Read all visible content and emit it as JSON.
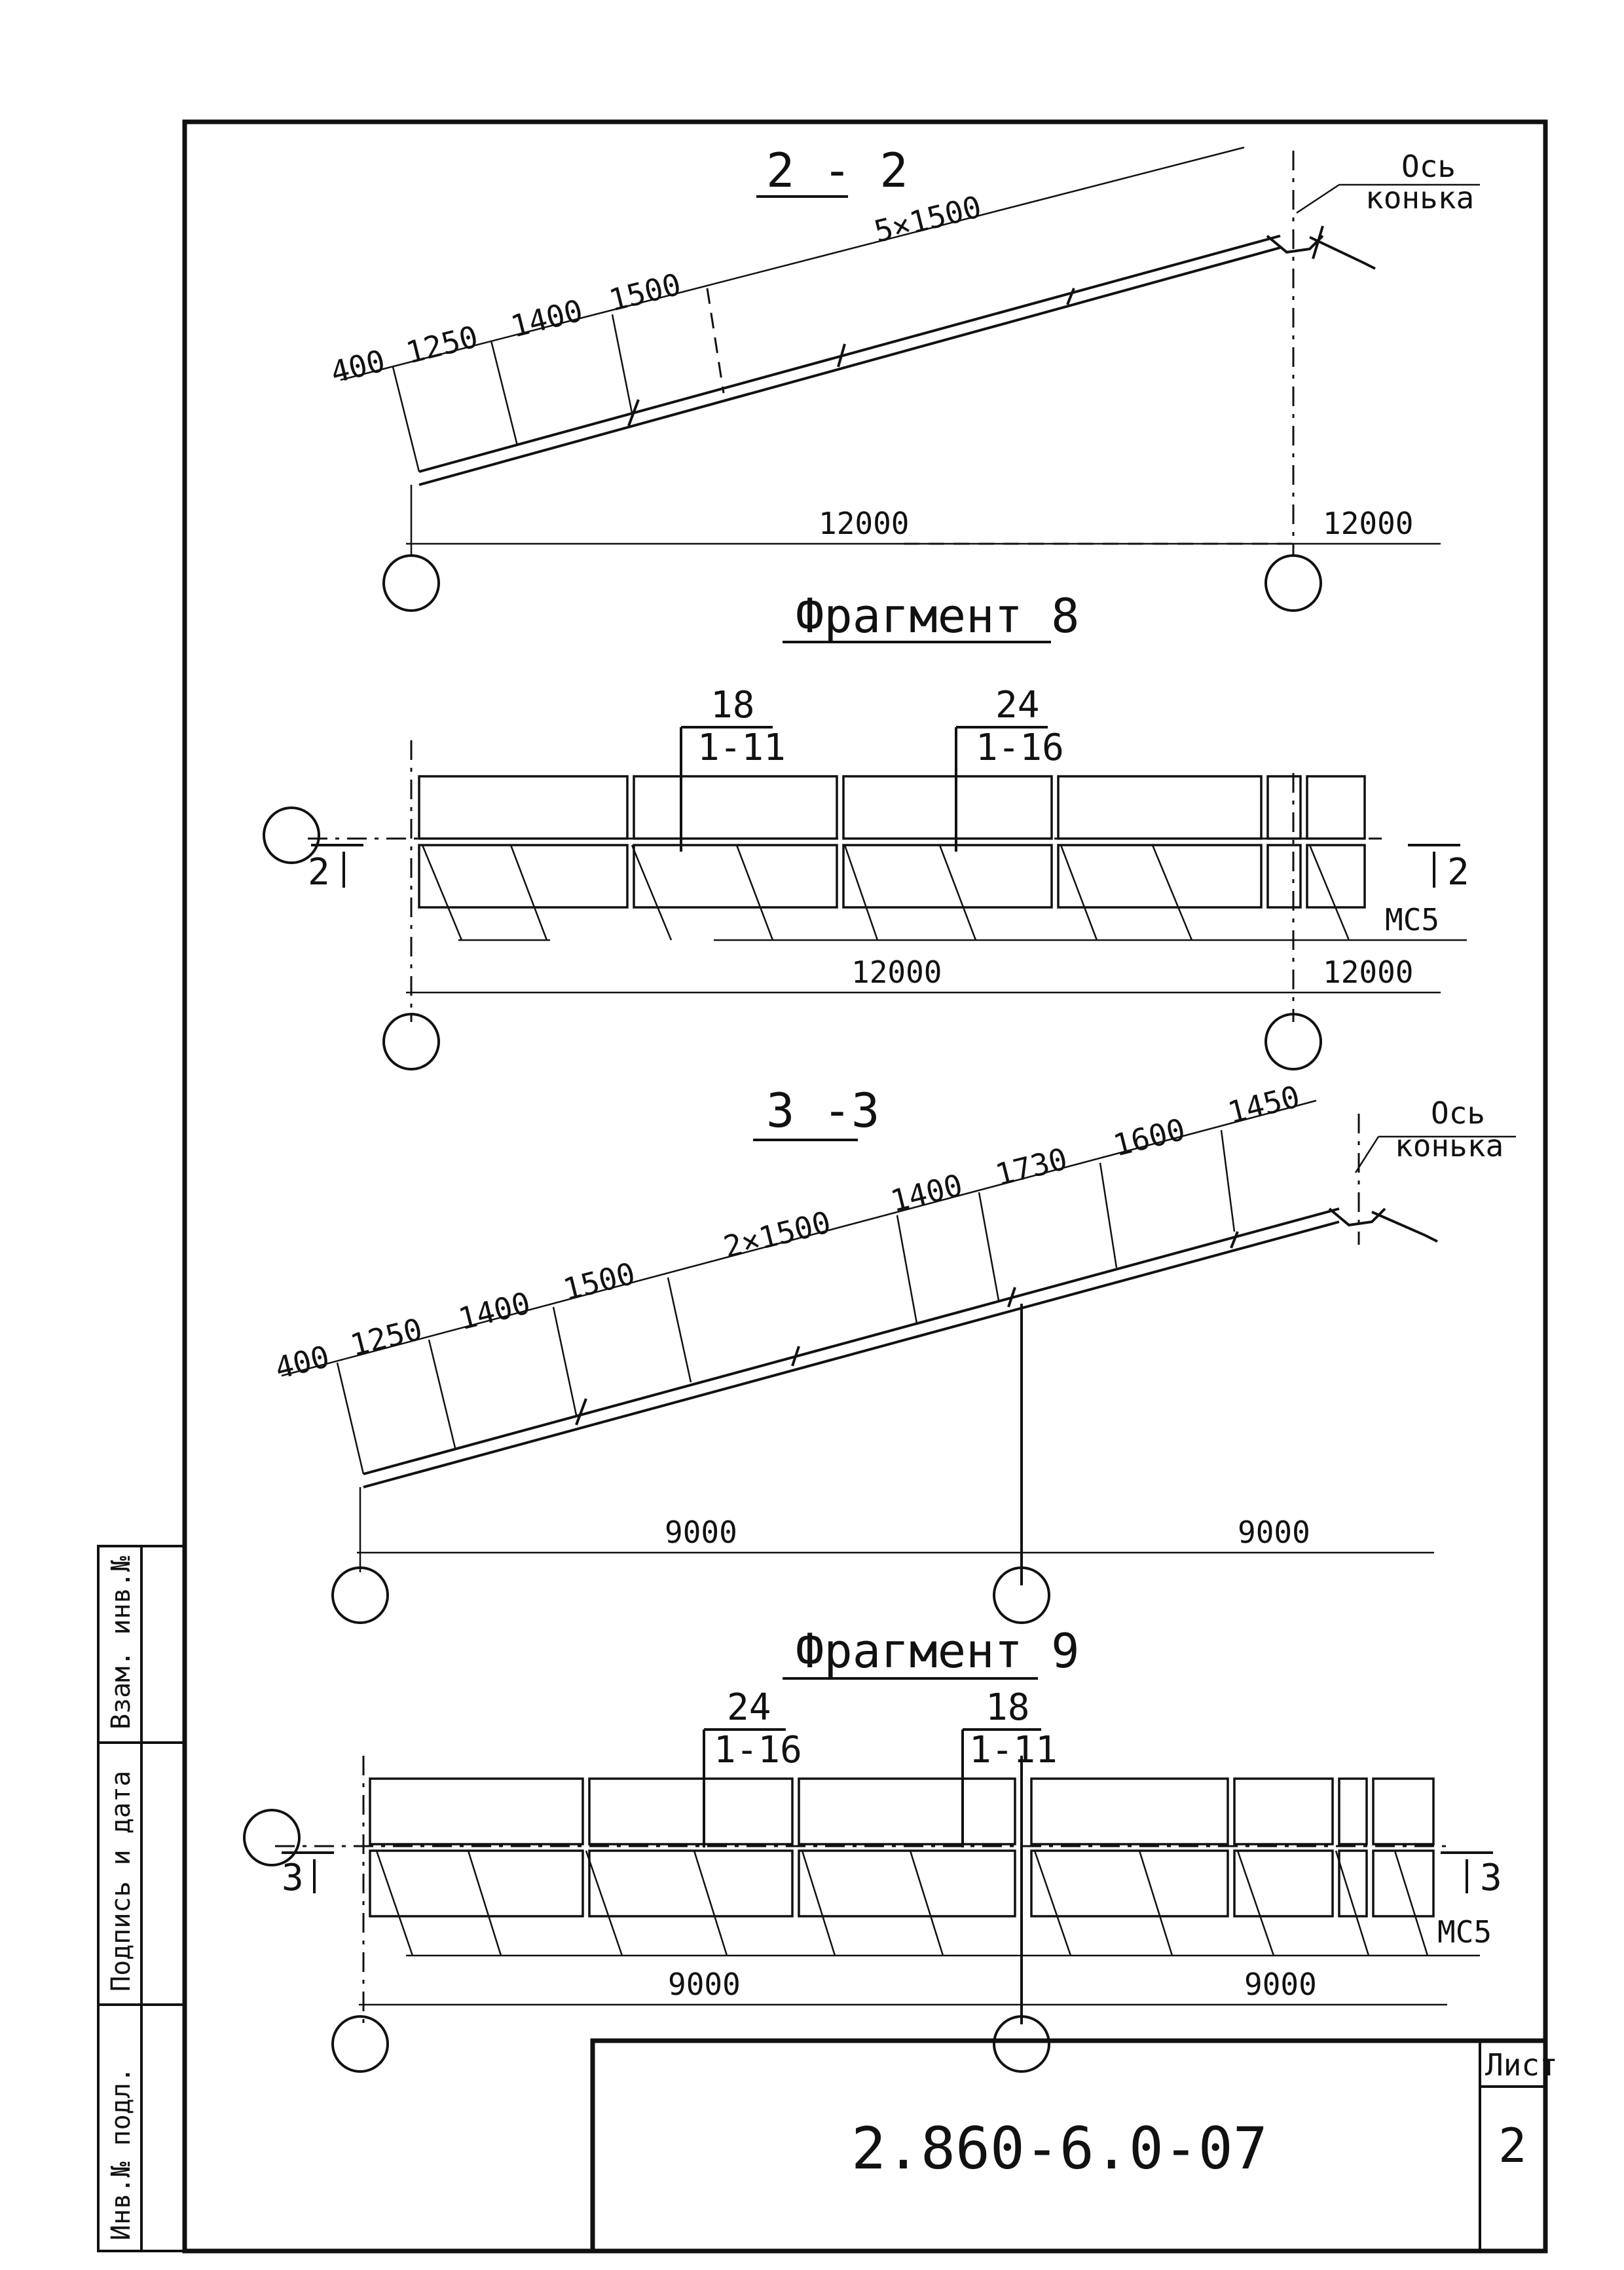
{
  "section_2_2": {
    "title": "2 - 2",
    "ridge_label_1": "Ось",
    "ridge_label_2": "конька",
    "dims_top": [
      "400",
      "1250",
      "1400",
      "1500",
      "5×1500"
    ],
    "dim_bottom_left": "12000",
    "dim_bottom_right": "12000"
  },
  "fragment_8": {
    "title": "Фрагмент 8",
    "callout_a_top": "18",
    "callout_a_bottom": "1-11",
    "callout_b_top": "24",
    "callout_b_bottom": "1-16",
    "cut_left": "2",
    "cut_right": "2",
    "mark": "МС5",
    "dim_left": "12000",
    "dim_right": "12000"
  },
  "section_3_3": {
    "title": "3 -3",
    "ridge_label_1": "Ось",
    "ridge_label_2": "конька",
    "dims_top": [
      "400",
      "1250",
      "1400",
      "1500",
      "2×1500",
      "1400",
      "1730",
      "1600",
      "1450"
    ],
    "dim_bottom_left": "9000",
    "dim_bottom_right": "9000"
  },
  "fragment_9": {
    "title": "Фрагмент 9",
    "callout_a_top": "24",
    "callout_a_bottom": "1-16",
    "callout_b_top": "18",
    "callout_b_bottom": "1-11",
    "cut_left": "3",
    "cut_right": "3",
    "mark": "МС5",
    "dim_left": "9000",
    "dim_right": "9000"
  },
  "side_stamp": {
    "field_1": "Взам. инв.№",
    "field_2": "Подпись и дата",
    "field_3": "Инв.№ подл."
  },
  "title_block": {
    "code": "2.860-6.0-07",
    "sheet_label": "Лист",
    "sheet_number": "2"
  }
}
